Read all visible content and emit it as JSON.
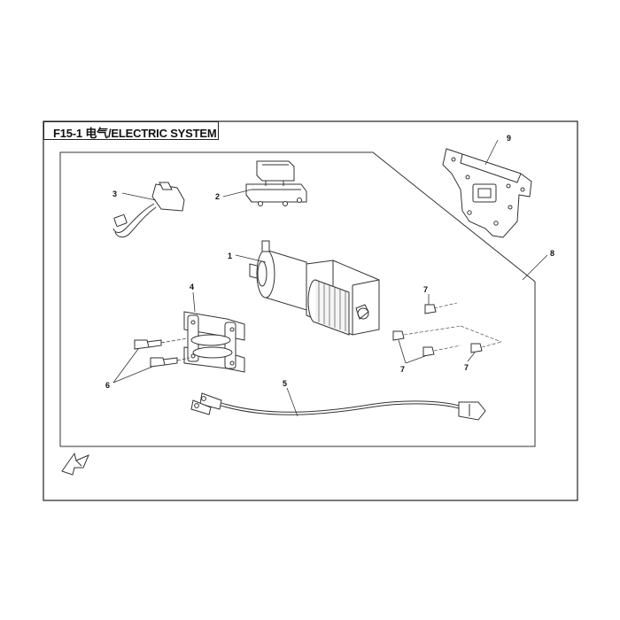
{
  "header": {
    "title": "F15-1 电气/ELECTRIC SYSTEM"
  },
  "callouts": {
    "c1": "1",
    "c2": "2",
    "c3": "3",
    "c4": "4",
    "c5": "5",
    "c6": "6",
    "c7a": "7",
    "c7b": "7",
    "c7c": "7",
    "c8": "8",
    "c9": "9"
  },
  "icons": {
    "front_arrow": "front-direction-arrow-icon",
    "winch": "winch-icon",
    "relay": "relay-icon",
    "switch": "switch-icon",
    "fairlead": "roller-fairlead-icon",
    "cable": "battery-cable-icon",
    "bolt": "bolt-icon",
    "bracket": "mounting-plate-icon"
  }
}
